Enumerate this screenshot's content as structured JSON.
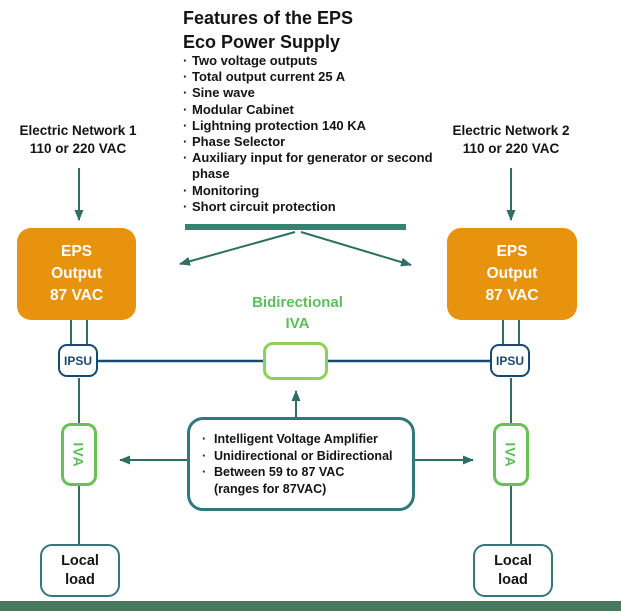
{
  "features": {
    "title_line1": "Features of the EPS",
    "title_line2": "Eco Power Supply",
    "bullet": "·",
    "items": [
      "Two voltage outputs",
      "Total output current 25 A",
      "Sine wave",
      "Modular Cabinet",
      "Lightning protection 140 KA",
      "Phase Selector",
      "Auxiliary input for generator or second phase",
      "Monitoring",
      "Short circuit protection"
    ]
  },
  "network1": {
    "line1": "Electric Network 1",
    "line2": "110 or 220 VAC"
  },
  "network2": {
    "line1": "Electric Network 2",
    "line2": "110 or 220 VAC"
  },
  "eps_left": {
    "line1": "EPS",
    "line2": "Output",
    "line3": "87 VAC"
  },
  "eps_right": {
    "line1": "EPS",
    "line2": "Output",
    "line3": "87 VAC"
  },
  "bidirectional": {
    "line1": "Bidirectional",
    "line2": "IVA"
  },
  "ipsu_left": {
    "label": "IPSU"
  },
  "ipsu_right": {
    "label": "IPSU"
  },
  "iva_left": {
    "label": "IVA"
  },
  "iva_right": {
    "label": "IVA"
  },
  "note": {
    "items": [
      {
        "bullet": "·",
        "text": "Intelligent Voltage Amplifier"
      },
      {
        "bullet": "·",
        "text": "Unidirectional or Bidirectional"
      },
      {
        "bullet": "·",
        "text": "Between 59 to 87 VAC"
      },
      {
        "bullet": "",
        "text": "(ranges for 87VAC)"
      }
    ]
  },
  "local_load_left": {
    "line1": "Local",
    "line2": "load"
  },
  "local_load_right": {
    "line1": "Local",
    "line2": "load"
  },
  "colors": {
    "eps_orange": "#E8930E",
    "connector_teal": "#2E6F63",
    "bar_teal": "#3A8070",
    "box_teal_border": "#30787C",
    "bus_navy": "#174A6E",
    "iva_green": "#5CBE5C",
    "whitebox_green_border": "#8FD05A",
    "bottom_band_green": "#48795F"
  }
}
